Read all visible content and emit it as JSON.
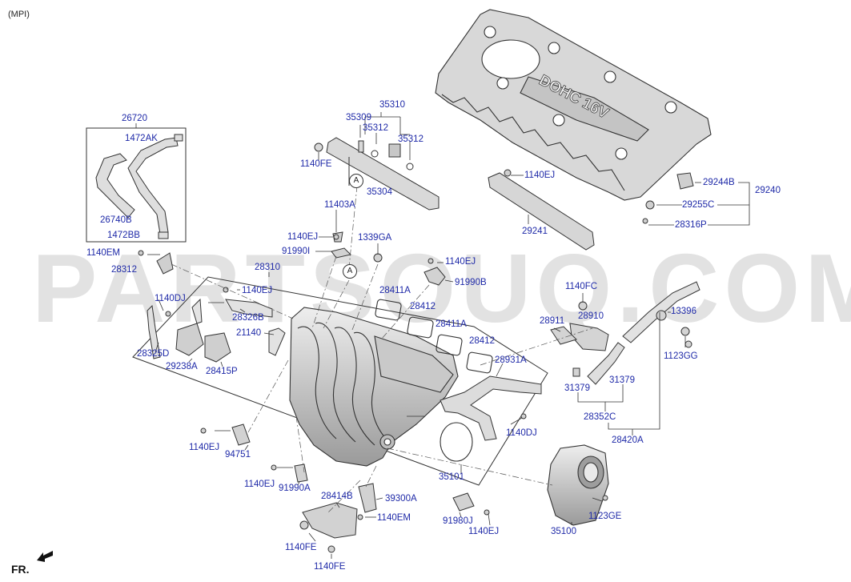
{
  "header": {
    "variant": "(MPI)"
  },
  "direction": {
    "label": "FR."
  },
  "watermark": "PARTSOUQ.COM",
  "engine_cover_text": "DOHC 16V",
  "callouts": [
    "A",
    "A"
  ],
  "parts": [
    "29244B",
    "29240",
    "29255C",
    "28316P",
    "1140EJ",
    "29241",
    "35310",
    "35309",
    "35312",
    "35312",
    "1140FE",
    "35304",
    "26720",
    "1472AK",
    "26740B",
    "1472BB",
    "11403A",
    "1140EJ",
    "91990I",
    "1339GA",
    "1140EJ",
    "91990B",
    "1140EM",
    "28312",
    "28310",
    "1140EJ",
    "1140DJ",
    "28326B",
    "21140",
    "28325D",
    "29238A",
    "28415P",
    "28411A",
    "28412",
    "28411A",
    "28412",
    "28931A",
    "1140FC",
    "28910",
    "28911",
    "13396",
    "1123GG",
    "31379",
    "31379",
    "28352C",
    "28420A",
    "1140DJ",
    "1140EJ",
    "94751",
    "35101",
    "1140EJ",
    "91990A",
    "28414B",
    "39300A",
    "1140EM",
    "91980J",
    "1140EJ",
    "1123GE",
    "35100",
    "1140FE",
    "1140FE"
  ]
}
